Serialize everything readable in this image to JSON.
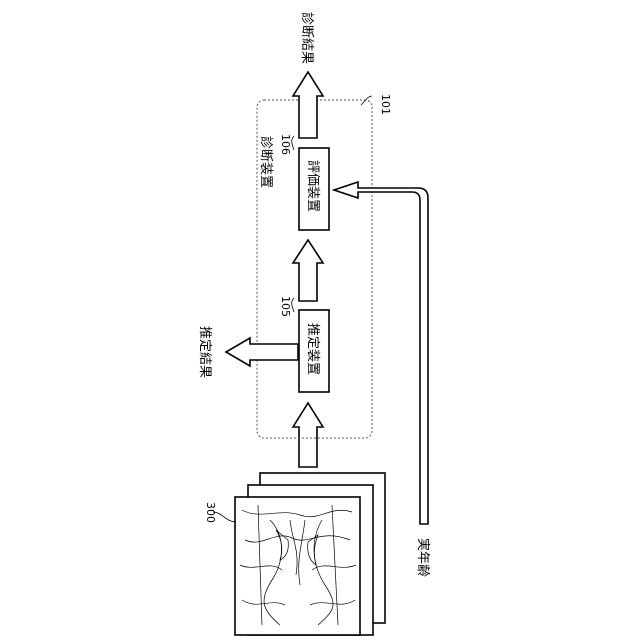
{
  "diagram": {
    "diagnosis_device": {
      "ref": "101",
      "label": "診断装置"
    },
    "estimation_device": {
      "ref": "105",
      "label": "推定装置"
    },
    "evaluation_device": {
      "ref": "106",
      "label": "評価装置"
    },
    "image_stack": {
      "ref": "300"
    },
    "outputs": {
      "diagnosis_result": "診断結果",
      "estimation_result": "推定結果"
    },
    "inputs": {
      "actual_age": "実年齢"
    }
  }
}
